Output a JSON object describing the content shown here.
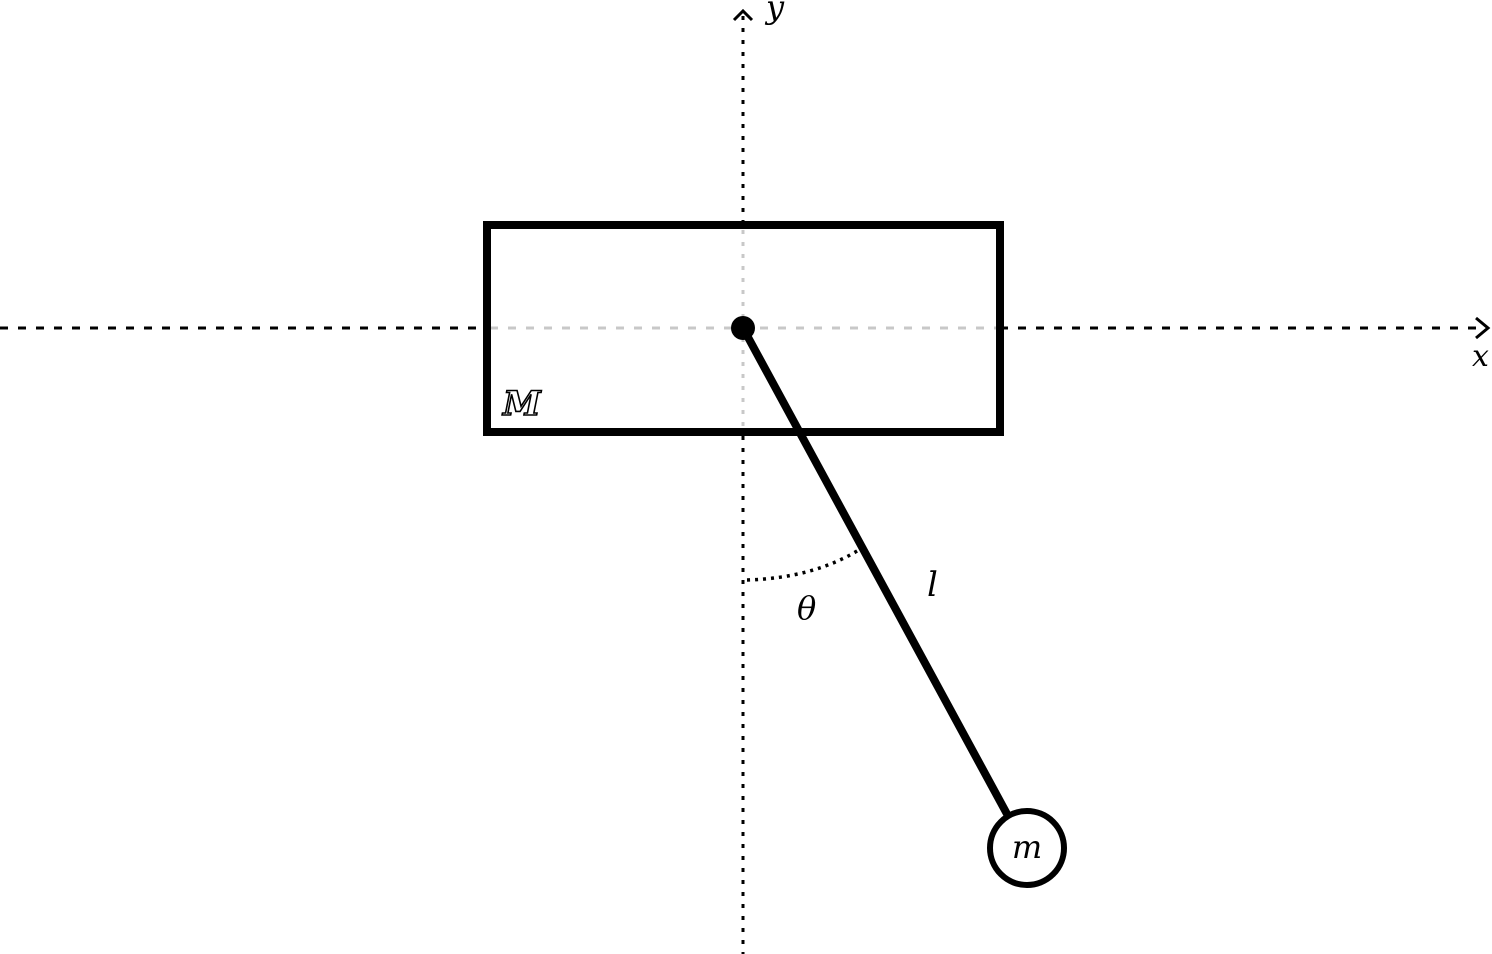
{
  "diagram": {
    "labels": {
      "y_axis": "y",
      "x_axis": "x",
      "cart_mass": "M",
      "angle": "θ",
      "length": "l",
      "bob_mass": "m"
    },
    "colors": {
      "ink": "#000000",
      "hidden_axis": "#c8c8c8",
      "background": "#ffffff"
    }
  }
}
